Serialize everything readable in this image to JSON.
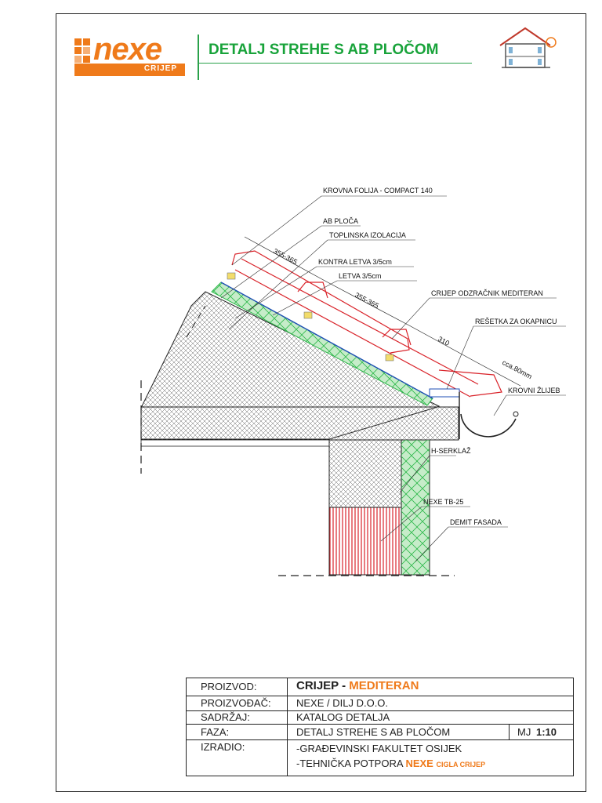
{
  "header": {
    "brand": "nexe",
    "brand_sub": "CRIJEP",
    "title": "DETALJ STREHE S AB PLOČOM"
  },
  "labels": {
    "folija": "KROVNA FOLIJA - COMPACT 140",
    "ab_ploca": "AB PLOČA",
    "izolacija": "TOPLINSKA IZOLACIJA",
    "kontra_letva": "KONTRA LETVA 3/5cm",
    "letva": "LETVA 3/5cm",
    "odzracnik": "CRIJEP ODZRAČNIK MEDITERAN",
    "resetka": "REŠETKA ZA OKAPNICU",
    "zlijeb": "KROVNI ŽLIJEB",
    "serklaz": "H-SERKLAŽ",
    "nexe_tb": "NEXE TB-25",
    "demit": "DEMIT FASADA"
  },
  "dimensions": {
    "d1": "355-365",
    "d2": "355-365",
    "d3": "310",
    "d4": "cca.80mm"
  },
  "title_block": {
    "proizvod_label": "PROIZVOD:",
    "proizvod_value_a": "CRIJEP",
    "proizvod_sep": " - ",
    "proizvod_value_b": "MEDITERAN",
    "proizvodac_label": "PROIZVOĐAČ:",
    "proizvodac_value": "NEXE / DILJ D.O.O.",
    "sadrzaj_label": "SADRŽAJ:",
    "sadrzaj_value": "KATALOG DETALJA",
    "faza_label": "FAZA:",
    "faza_value": "DETALJ STREHE S AB PLOČOM",
    "mj_label": "MJ",
    "mj_value": "1:10",
    "izradio_label": "IZRADIO:",
    "izradio_line1": "-GRAĐEVINSKI FAKULTET OSIJEK",
    "izradio_line2_prefix": "-TEHNIČKA POTPORA",
    "izradio_line2_brand": "NEXE",
    "izradio_line2_suffix": "CIGLA CRIJEP"
  },
  "colors": {
    "brand_orange": "#ef7a1a",
    "title_green": "#18a33a",
    "insulation_green": "#2db84a",
    "tile_red": "#d9232a"
  }
}
